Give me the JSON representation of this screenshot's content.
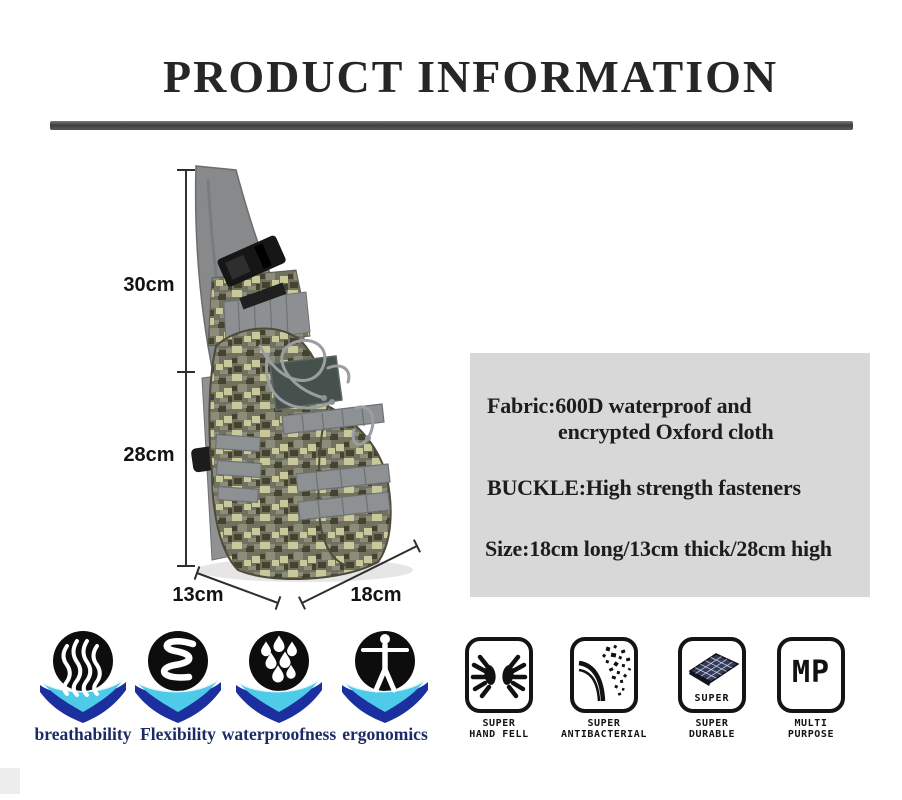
{
  "title": "PRODUCT INFORMATION",
  "dimensions": {
    "strap_height": "30cm",
    "bag_height": "28cm",
    "thickness": "13cm",
    "length": "18cm"
  },
  "specs": {
    "fabric_line1": "Fabric:600D waterproof and",
    "fabric_line2": "encrypted Oxford cloth",
    "buckle": "BUCKLE:High strength fasteners",
    "size": "Size:18cm long/13cm thick/28cm high"
  },
  "features": [
    {
      "label": "breathability",
      "icon": "steam-icon"
    },
    {
      "label": "Flexibility",
      "icon": "spring-icon"
    },
    {
      "label": "waterproofness",
      "icon": "water-drops-icon"
    },
    {
      "label": "ergonomics",
      "icon": "human-figure-icon"
    }
  ],
  "badges": [
    {
      "label_line1": "SUPER",
      "label_line2": "HAND FELL",
      "icon": "hands-icon"
    },
    {
      "label_line1": "SUPER",
      "label_line2": "ANTIBACTERIAL",
      "icon": "arc-particles-icon"
    },
    {
      "label_line1": "SUPER",
      "label_line2": "DURABLE",
      "icon": "mesh-fabric-icon",
      "icon_text": "SUPER"
    },
    {
      "label_line1": "MULTI",
      "label_line2": "PURPOSE",
      "icon_text": "MP"
    }
  ],
  "colors": {
    "divider": "#4a4a4a",
    "info_box_bg": "#d8d8d8",
    "label_navy": "#1c2b66",
    "swoosh_cyan": "#4ecbe9",
    "swoosh_blue": "#1b2f9e",
    "camo_dark": "#45422f",
    "camo_tan": "#c9c89b",
    "camo_green": "#8b8d7a",
    "strap_gray": "#87898b"
  }
}
